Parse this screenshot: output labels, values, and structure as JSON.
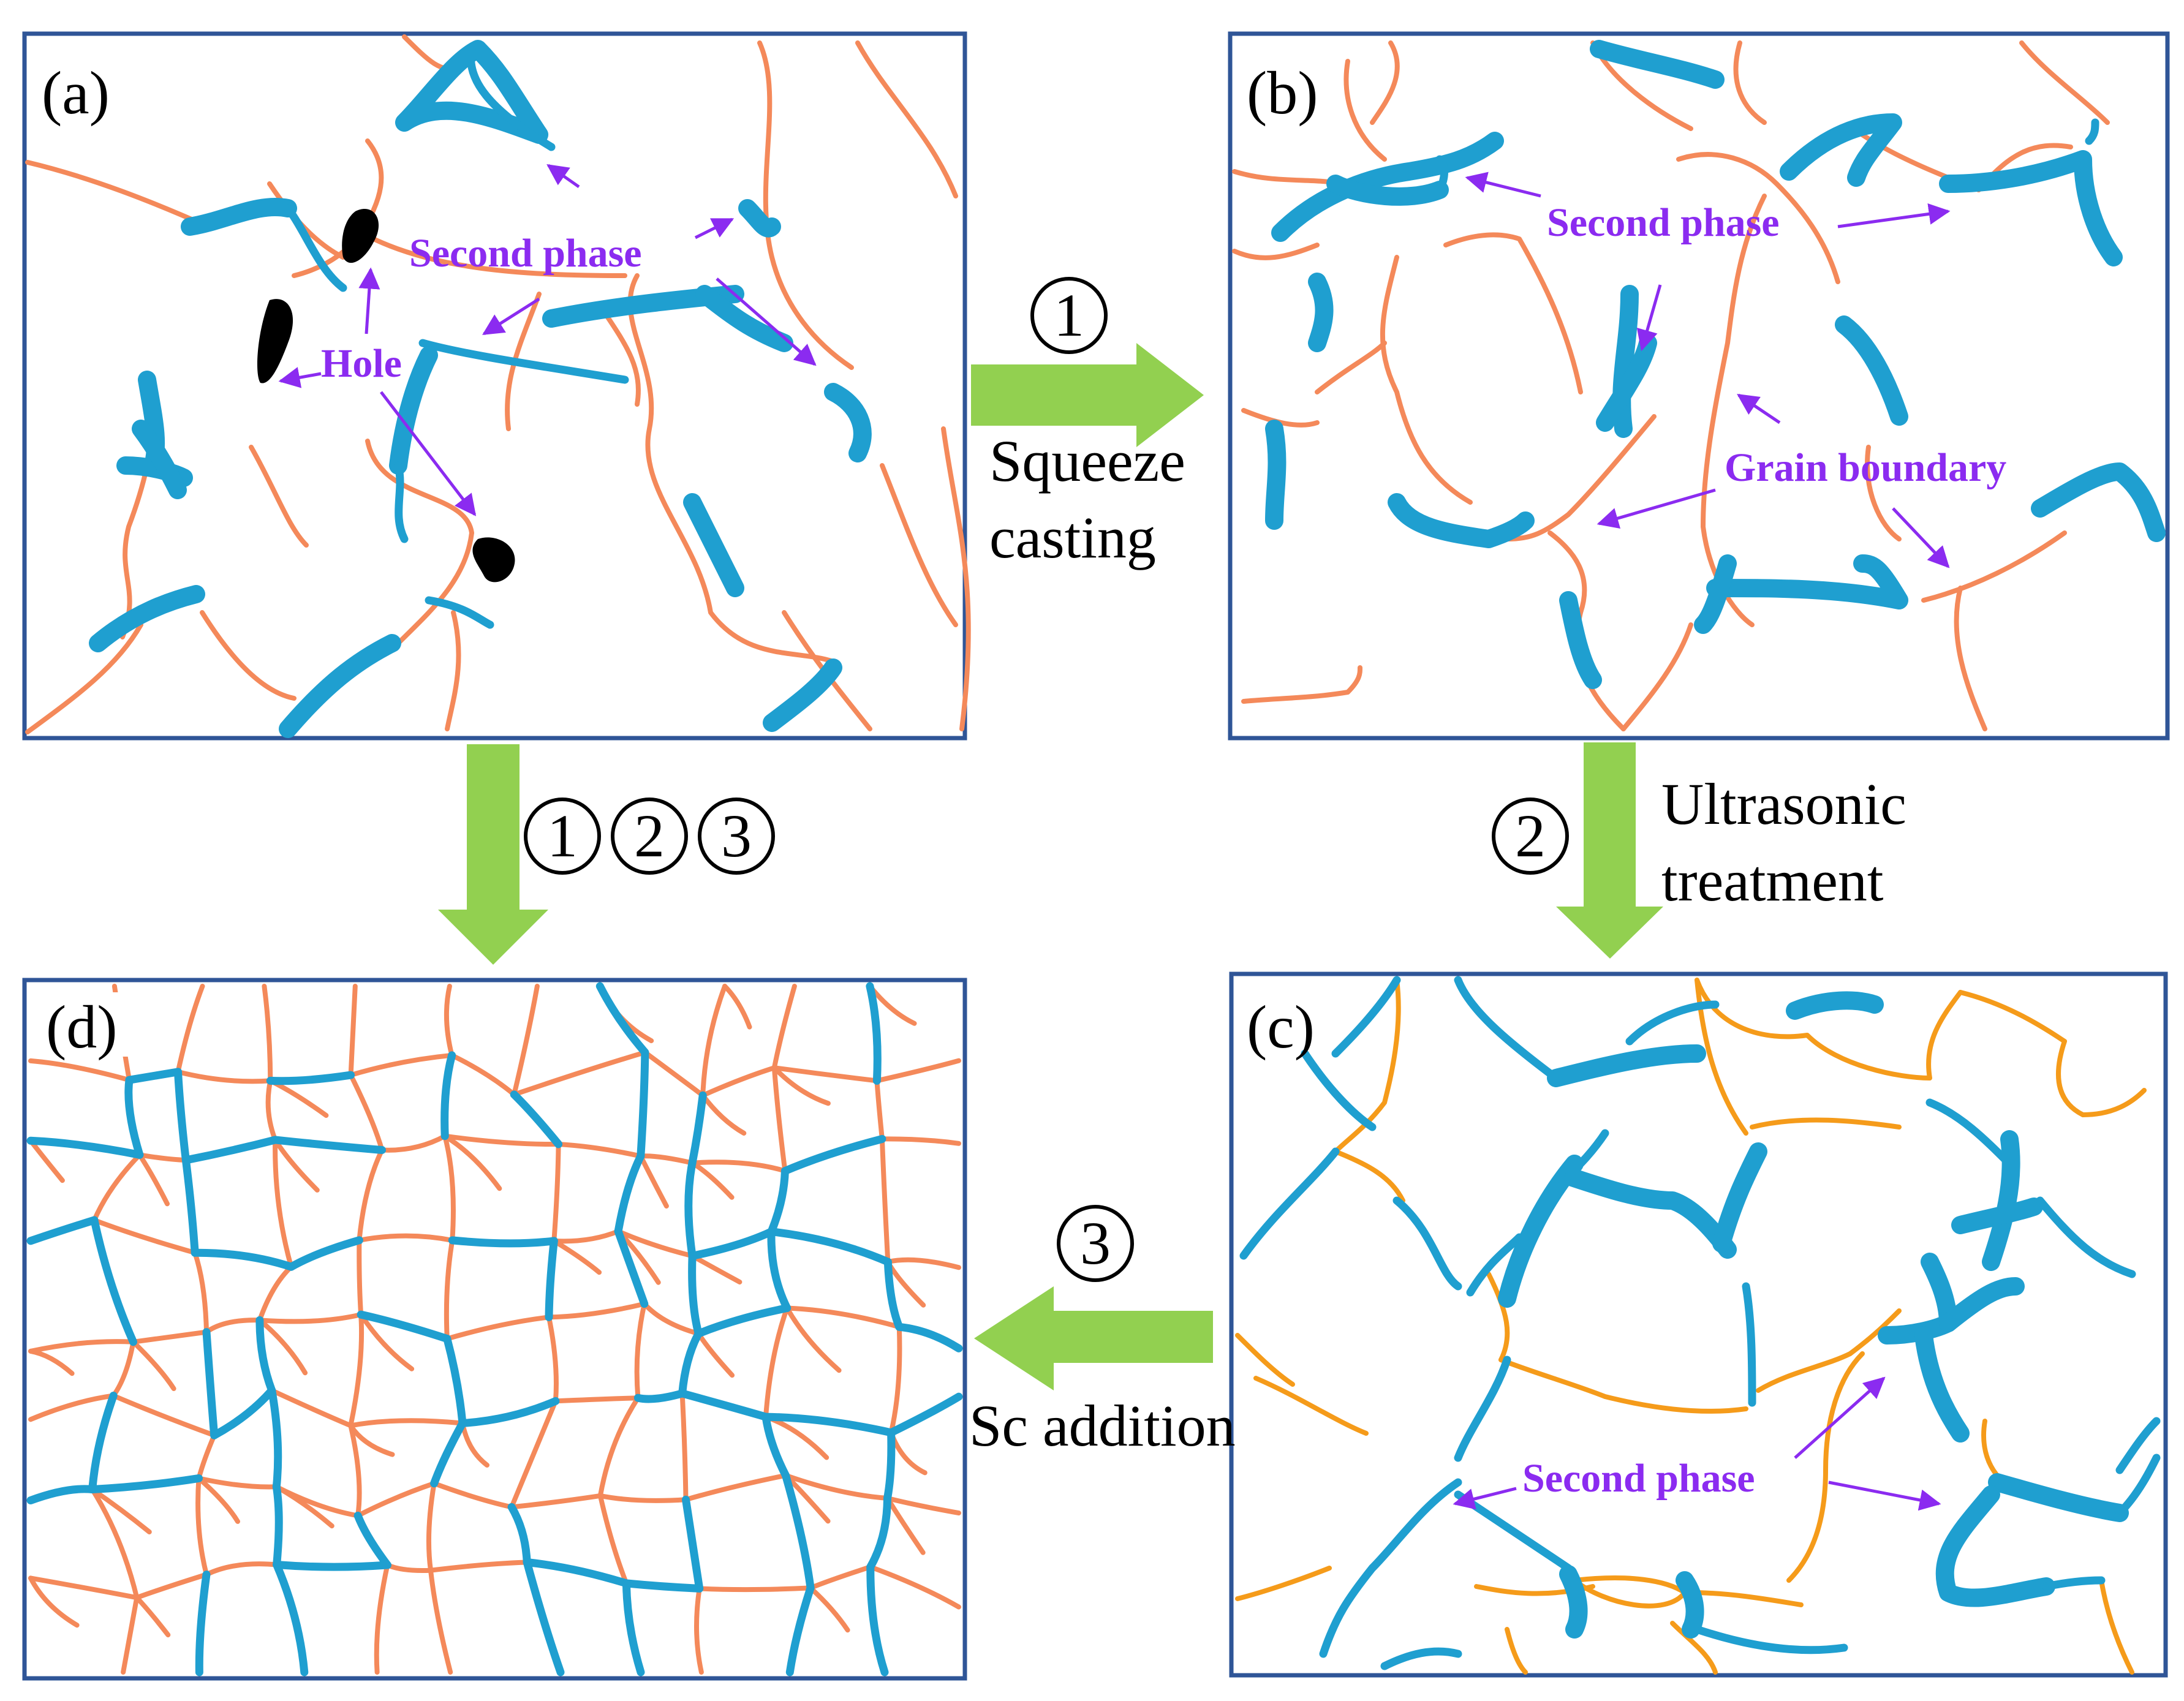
{
  "colors": {
    "frame": "#2f5597",
    "grain_boundary": "#f4895a",
    "grain_boundary_c": "#f59b1a",
    "second_phase": "#1f9fd0",
    "hole": "#000000",
    "annotation": "#8b2bf0",
    "process_arrow": "#92d050"
  },
  "panels": {
    "a": {
      "label": "(a)",
      "second_phase": "Second phase",
      "hole": "Hole"
    },
    "b": {
      "label": "(b)",
      "second_phase": "Second phase",
      "grain_boundary": "Grain boundary"
    },
    "c": {
      "label": "(c)",
      "second_phase": "Second phase"
    },
    "d": {
      "label": "(d)"
    }
  },
  "steps": {
    "s1": {
      "number": "1",
      "line1": "Squeeze",
      "line2": "casting"
    },
    "s2": {
      "number": "2",
      "line1": "Ultrasonic",
      "line2": "treatment"
    },
    "s3": {
      "number": "3",
      "line1": "Sc addition"
    },
    "combined": {
      "n1": "1",
      "n2": "2",
      "n3": "3"
    }
  },
  "icons": [
    "hole-blob",
    "second-phase-particle",
    "grain-boundary-line",
    "process-arrow"
  ]
}
